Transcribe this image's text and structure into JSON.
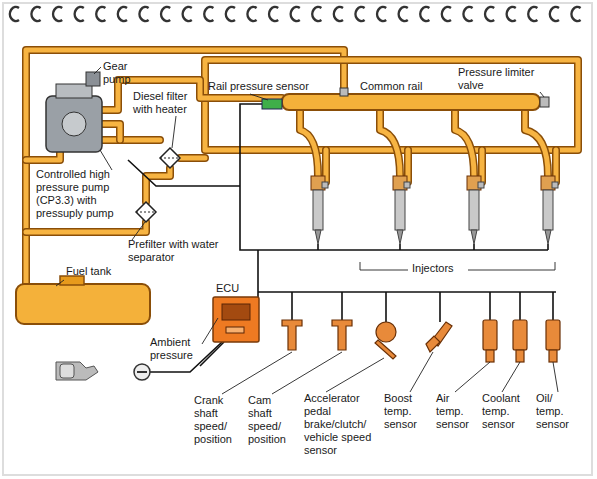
{
  "diagram": {
    "labels": [
      "Gear pump",
      "Diesel filter with heater",
      "Rail pressure sensor",
      "Common rail",
      "Pressure limiter valve",
      "Controlled high pressure pump (CP3.3) with pressuply pump",
      "Prefilter with water separator",
      "Fuel tank",
      "Injectors",
      "ECU",
      "Ambient pressure",
      "Crank shaft speed/ position",
      "Cam shaft speed/ position",
      "Accelerator pedal brake/clutch/ vehicle speed sensor",
      "Boost temp. sensor",
      "Air temp. sensor",
      "Coolant temp. sensor",
      "Oil/ temp. sensor"
    ]
  }
}
